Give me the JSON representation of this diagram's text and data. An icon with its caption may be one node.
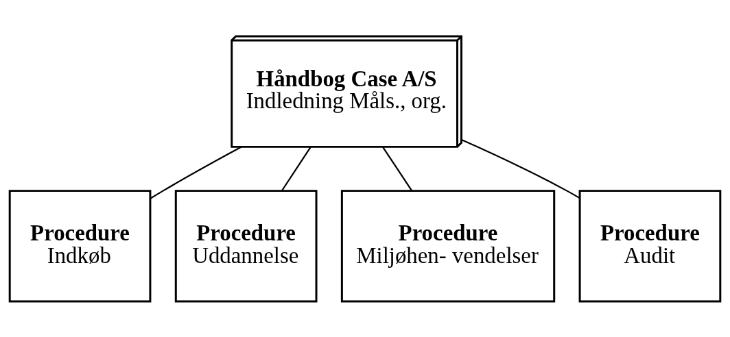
{
  "diagram": {
    "nodes": [
      {
        "text": [
          "Håndbog Case A/S",
          "Indledning Måls., org."
        ]
      },
      {
        "text": [
          "Procedure",
          "Indkøb"
        ]
      },
      {
        "text": [
          "Procedure",
          "Uddannelse"
        ]
      },
      {
        "text": [
          "Procedure",
          "Miljøhen- vendelser"
        ]
      },
      {
        "text": [
          "Procedure",
          "Audit"
        ]
      }
    ],
    "edges": [
      {
        "from": 0,
        "to": 1,
        "arrow": "none"
      },
      {
        "from": 0,
        "to": 2,
        "arrow": "none"
      },
      {
        "from": 0,
        "to": 3,
        "arrow": "none"
      },
      {
        "from": 0,
        "to": 4,
        "arrow": "none"
      }
    ]
  }
}
